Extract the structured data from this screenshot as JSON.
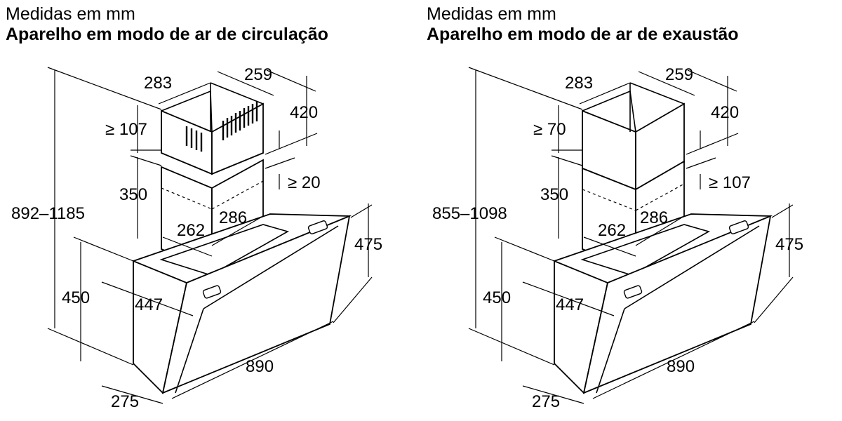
{
  "left": {
    "units": "Medidas em mm",
    "title": "Aparelho em modo de ar de circulação",
    "dims": {
      "total_height": "892–1185",
      "chimney_upper_width": "283",
      "chimney_upper_depth": "259",
      "upper_height": "420",
      "top_gap": "≥ 107",
      "lower_chimney_height": "350",
      "bottom_gap": "≥ 20",
      "chimney_lower_width": "262",
      "chimney_lower_depth": "286",
      "back_depth": "447",
      "hood_height": "450",
      "side_height": "475",
      "width": "890",
      "bottom_depth": "275"
    }
  },
  "right": {
    "units": "Medidas em mm",
    "title": "Aparelho em modo de ar de exaustão",
    "dims": {
      "total_height": "855–1098",
      "chimney_upper_width": "283",
      "chimney_upper_depth": "259",
      "upper_height": "420",
      "top_gap": "≥ 70",
      "lower_chimney_height": "350",
      "bottom_gap": "≥ 107",
      "chimney_lower_width": "262",
      "chimney_lower_depth": "286",
      "back_depth": "447",
      "hood_height": "450",
      "side_height": "475",
      "width": "890",
      "bottom_depth": "275"
    }
  }
}
